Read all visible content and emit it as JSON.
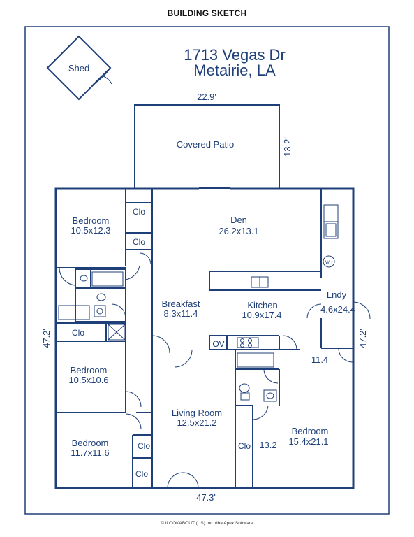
{
  "header": {
    "title": "BUILDING SKETCH"
  },
  "address": {
    "line1": "1713 Vegas Dr",
    "line2": "Metairie, LA"
  },
  "rooms": {
    "shed": "Shed",
    "patio": "Covered Patio",
    "bedroom1": {
      "name": "Bedroom",
      "dims": "10.5x12.3"
    },
    "bedroom2": {
      "name": "Bedroom",
      "dims": "10.5x10.6"
    },
    "bedroom3": {
      "name": "Bedroom",
      "dims": "11.7x11.6"
    },
    "bedroom4": {
      "name": "Bedroom",
      "dims": "15.4x21.1"
    },
    "den": {
      "name": "Den",
      "dims": "26.2x13.1"
    },
    "breakfast": {
      "name": "Breakfast",
      "dims": "8.3x11.4"
    },
    "kitchen": {
      "name": "Kitchen",
      "dims": "10.9x17.4"
    },
    "laundry": {
      "name": "Lndy",
      "dims": "4.6x24.4"
    },
    "living": {
      "name": "Living Room",
      "dims": "12.5x21.2"
    }
  },
  "labels": {
    "closet": "Clo",
    "oven": "OV",
    "water_heater": "WH"
  },
  "dimensions": {
    "patio_width": "22.9'",
    "patio_depth": "13.2'",
    "left_side": "47.2'",
    "right_side": "47.2'",
    "bottom": "47.3'",
    "hall_right": "11.4",
    "closet_br4": "13.2"
  },
  "footer": {
    "copyright": "© iLOOKABOUT (US) Inc. dba Apex Software"
  }
}
